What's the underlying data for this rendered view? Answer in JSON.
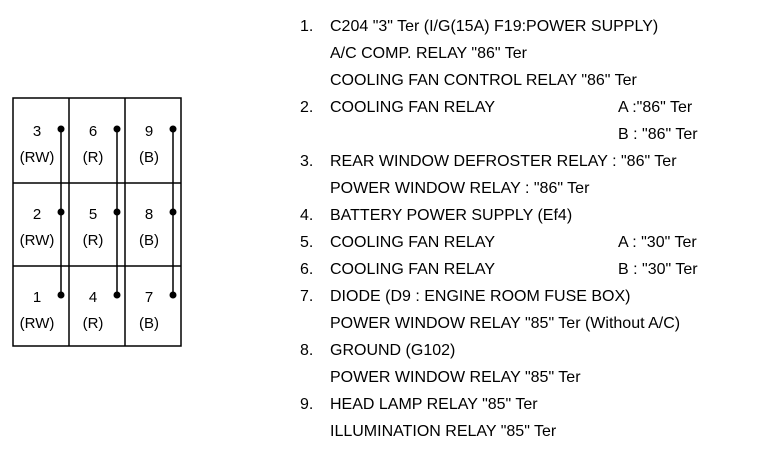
{
  "connector": {
    "pins": [
      {
        "num": "3",
        "color": "(RW)"
      },
      {
        "num": "6",
        "color": "(R)"
      },
      {
        "num": "9",
        "color": "(B)"
      },
      {
        "num": "2",
        "color": "(RW)"
      },
      {
        "num": "5",
        "color": "(R)"
      },
      {
        "num": "8",
        "color": "(B)"
      },
      {
        "num": "1",
        "color": "(RW)"
      },
      {
        "num": "4",
        "color": "(R)"
      },
      {
        "num": "7",
        "color": "(B)"
      }
    ]
  },
  "legend": [
    {
      "num": "1.",
      "text": "C204 \"3\" Ter (I/G(15A) F19:POWER SUPPLY)",
      "aside": ""
    },
    {
      "num": "",
      "text": "A/C COMP. RELAY \"86\" Ter",
      "aside": ""
    },
    {
      "num": "",
      "text": "COOLING FAN CONTROL RELAY \"86\" Ter",
      "aside": ""
    },
    {
      "num": "2.",
      "text": "COOLING FAN RELAY",
      "aside": "A :\"86\" Ter"
    },
    {
      "num": "",
      "text": "",
      "aside": "B : \"86\" Ter"
    },
    {
      "num": "3.",
      "text": "REAR WINDOW DEFROSTER RELAY : \"86\" Ter",
      "aside": ""
    },
    {
      "num": "",
      "text": "POWER WINDOW RELAY : \"86\" Ter",
      "aside": ""
    },
    {
      "num": "4.",
      "text": "BATTERY POWER SUPPLY (Ef4)",
      "aside": ""
    },
    {
      "num": "5.",
      "text": "COOLING FAN RELAY",
      "aside": "A : \"30\" Ter"
    },
    {
      "num": "6.",
      "text": "COOLING FAN RELAY",
      "aside": "B : \"30\" Ter"
    },
    {
      "num": "7.",
      "text": "DIODE (D9 : ENGINE ROOM FUSE BOX)",
      "aside": ""
    },
    {
      "num": "",
      "text": "POWER WINDOW RELAY \"85\" Ter (Without A/C)",
      "aside": ""
    },
    {
      "num": "8.",
      "text": "GROUND (G102)",
      "aside": ""
    },
    {
      "num": "",
      "text": "POWER WINDOW RELAY \"85\" Ter",
      "aside": ""
    },
    {
      "num": "9.",
      "text": "HEAD LAMP RELAY \"85\" Ter",
      "aside": ""
    },
    {
      "num": "",
      "text": "ILLUMINATION RELAY \"85\" Ter",
      "aside": ""
    }
  ]
}
